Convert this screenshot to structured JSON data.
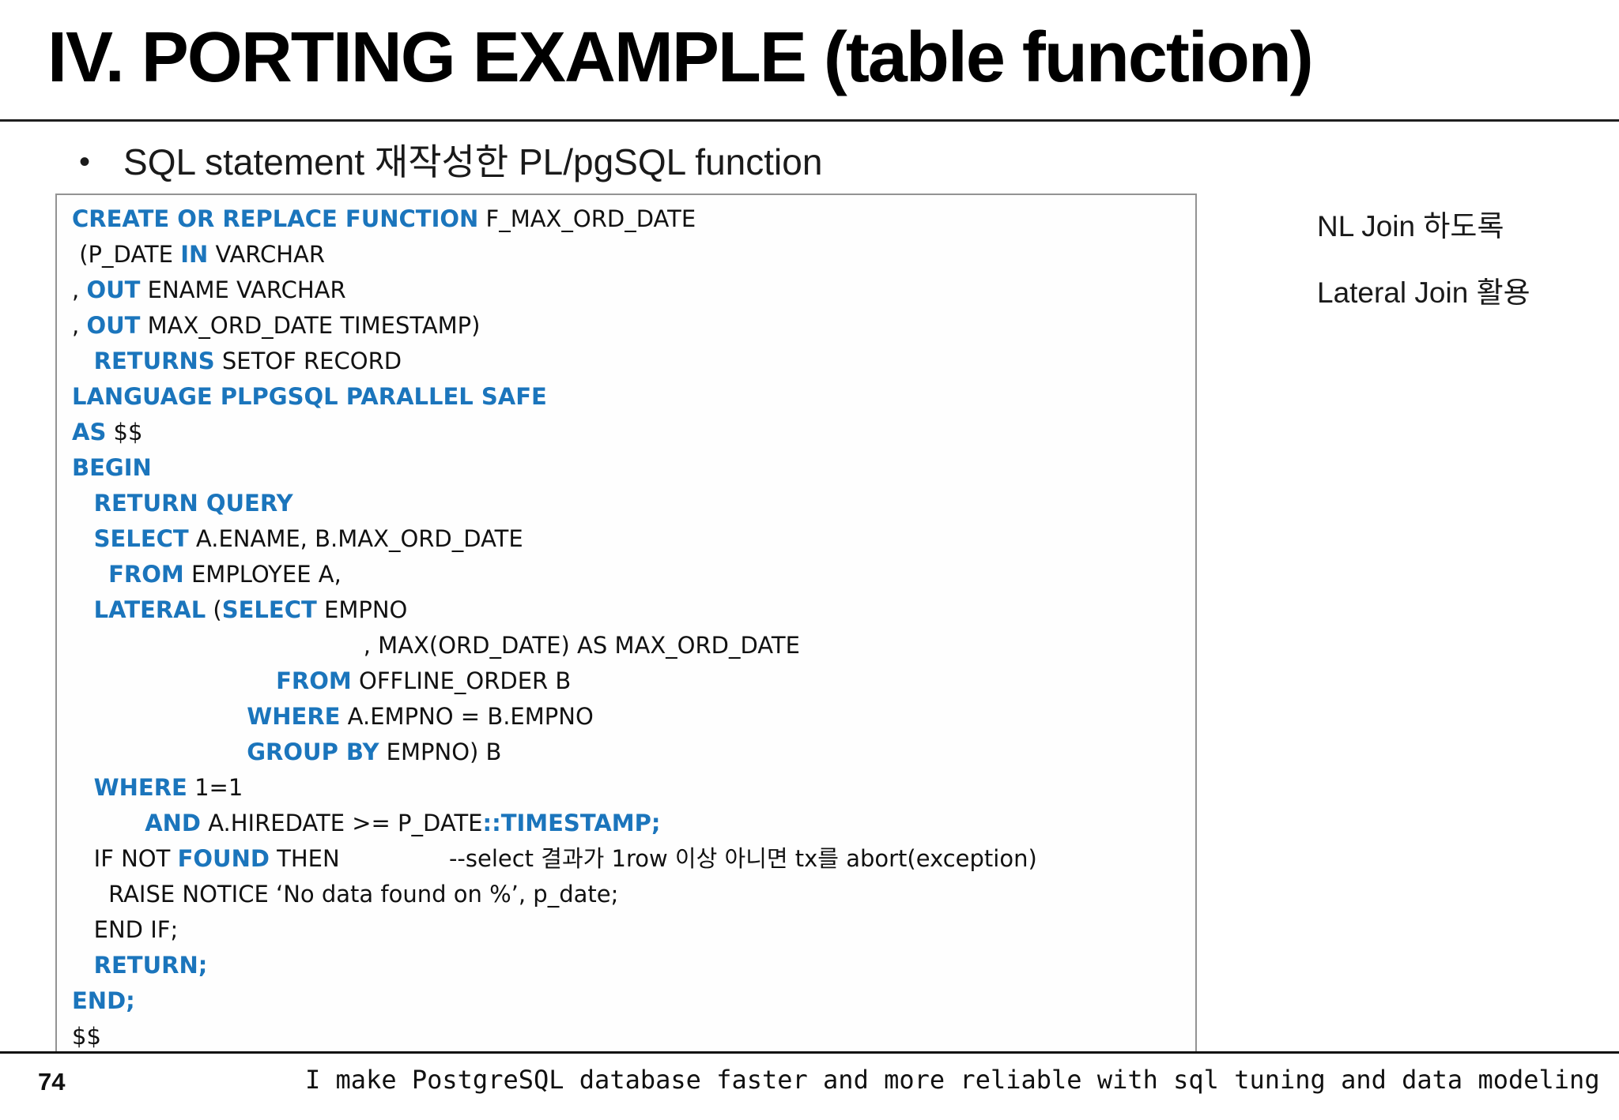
{
  "colors": {
    "keyword": "#1b75bc",
    "text": "#111111",
    "border": "#939393"
  },
  "title": "IV. PORTING EXAMPLE (table function)",
  "bullet": {
    "marker": "•",
    "text": "SQL statement 재작성한 PL/pgSQL function"
  },
  "annotations": {
    "line1": "NL Join 하도록",
    "line2": "Lateral Join 활용"
  },
  "code": {
    "language": "plpgsql",
    "lines": [
      {
        "segments": [
          {
            "t": "CREATE OR REPLACE FUNCTION",
            "k": true
          },
          {
            "t": " F_MAX_ORD_DATE",
            "k": false
          }
        ]
      },
      {
        "segments": [
          {
            "t": " (P_DATE ",
            "k": false
          },
          {
            "t": "IN",
            "k": true
          },
          {
            "t": " VARCHAR",
            "k": false
          }
        ]
      },
      {
        "segments": [
          {
            "t": ", ",
            "k": false
          },
          {
            "t": "OUT",
            "k": true
          },
          {
            "t": " ENAME VARCHAR",
            "k": false
          }
        ]
      },
      {
        "segments": [
          {
            "t": ", ",
            "k": false
          },
          {
            "t": "OUT",
            "k": true
          },
          {
            "t": " MAX_ORD_DATE TIMESTAMP)",
            "k": false
          }
        ]
      },
      {
        "segments": [
          {
            "t": "   ",
            "k": false
          },
          {
            "t": "RETURNS",
            "k": true
          },
          {
            "t": " SETOF RECORD",
            "k": false
          }
        ]
      },
      {
        "segments": [
          {
            "t": "LANGUAGE PLPGSQL PARALLEL SAFE",
            "k": true
          }
        ]
      },
      {
        "segments": [
          {
            "t": "AS",
            "k": true
          },
          {
            "t": " $$",
            "k": false
          }
        ]
      },
      {
        "segments": [
          {
            "t": "BEGIN",
            "k": true
          }
        ]
      },
      {
        "segments": [
          {
            "t": "   ",
            "k": false
          },
          {
            "t": "RETURN QUERY",
            "k": true
          }
        ]
      },
      {
        "segments": [
          {
            "t": "   ",
            "k": false
          },
          {
            "t": "SELECT",
            "k": true
          },
          {
            "t": " A.ENAME, B.MAX_ORD_DATE",
            "k": false
          }
        ]
      },
      {
        "segments": [
          {
            "t": "     ",
            "k": false
          },
          {
            "t": "FROM",
            "k": true
          },
          {
            "t": " EMPLOYEE A,",
            "k": false
          }
        ]
      },
      {
        "segments": [
          {
            "t": "   ",
            "k": false
          },
          {
            "t": "LATERAL",
            "k": true
          },
          {
            "t": " (",
            "k": false
          },
          {
            "t": "SELECT",
            "k": true
          },
          {
            "t": " EMPNO",
            "k": false
          }
        ]
      },
      {
        "segments": [
          {
            "t": "                                        , MAX(ORD_DATE) AS MAX_ORD_DATE",
            "k": false
          }
        ]
      },
      {
        "segments": [
          {
            "t": "                            ",
            "k": false
          },
          {
            "t": "FROM",
            "k": true
          },
          {
            "t": " OFFLINE_ORDER B",
            "k": false
          }
        ]
      },
      {
        "segments": [
          {
            "t": "                        ",
            "k": false
          },
          {
            "t": "WHERE",
            "k": true
          },
          {
            "t": " A.EMPNO = B.EMPNO",
            "k": false
          }
        ]
      },
      {
        "segments": [
          {
            "t": "                        ",
            "k": false
          },
          {
            "t": "GROUP BY",
            "k": true
          },
          {
            "t": " EMPNO) B",
            "k": false
          }
        ]
      },
      {
        "segments": [
          {
            "t": "   ",
            "k": false
          },
          {
            "t": "WHERE",
            "k": true
          },
          {
            "t": " 1=1",
            "k": false
          }
        ]
      },
      {
        "segments": [
          {
            "t": "          ",
            "k": false
          },
          {
            "t": "AND",
            "k": true
          },
          {
            "t": " A.HIREDATE >= P_DATE",
            "k": false
          },
          {
            "t": "::TIMESTAMP;",
            "k": true
          }
        ]
      },
      {
        "segments": [
          {
            "t": "   IF NOT ",
            "k": false
          },
          {
            "t": "FOUND",
            "k": true
          },
          {
            "t": " THEN               --select 결과가 1row 이상 아니면 tx를 abort(exception)",
            "k": false
          }
        ]
      },
      {
        "segments": [
          {
            "t": "     RAISE NOTICE ‘No data found on %’, p_date;",
            "k": false
          }
        ]
      },
      {
        "segments": [
          {
            "t": "   END IF;",
            "k": false
          }
        ]
      },
      {
        "segments": [
          {
            "t": "   ",
            "k": false
          },
          {
            "t": "RETURN;",
            "k": true
          }
        ]
      },
      {
        "segments": [
          {
            "t": "END;",
            "k": true
          }
        ]
      },
      {
        "segments": [
          {
            "t": "$$",
            "k": false
          }
        ]
      }
    ]
  },
  "footer": {
    "page_number": "74",
    "tagline": "I make PostgreSQL database faster and more reliable with sql tuning and data modeling"
  }
}
